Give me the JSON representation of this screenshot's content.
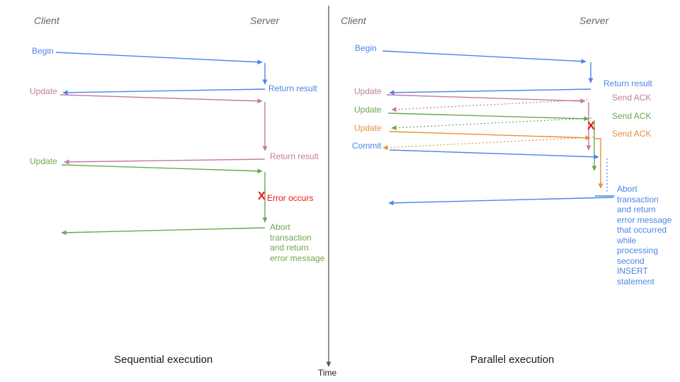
{
  "sequential": {
    "caption": "Sequential execution",
    "client": "Client",
    "server": "Server",
    "begin": "Begin",
    "return_result_1": "Return result",
    "update_1": "Update",
    "return_result_2": "Return result",
    "update_2": "Update",
    "error_mark": "X",
    "error_label": "Error occurs",
    "abort_message": "Abort\ntransaction\nand return\nerror message"
  },
  "parallel": {
    "caption": "Parallel execution",
    "client": "Client",
    "server": "Server",
    "begin": "Begin",
    "return_result": "Return result",
    "update_1": "Update",
    "send_ack_1": "Send ACK",
    "update_2": "Update",
    "send_ack_2": "Send ACK",
    "update_3": "Update",
    "send_ack_3": "Send ACK",
    "commit": "Commit",
    "error_mark": "X",
    "abort_message": "Abort\ntransaction\nand return\nerror message\nthat occurred\nwhile\nprocessing\nsecond\nINSERT\nstatement"
  },
  "timeline": {
    "time_label": "Time"
  },
  "colors": {
    "blue": "#4a86e8",
    "pink": "#c27ba0",
    "green": "#6aa84f",
    "orange": "#e69138",
    "red": "#ee1111",
    "gray": "#666666"
  }
}
